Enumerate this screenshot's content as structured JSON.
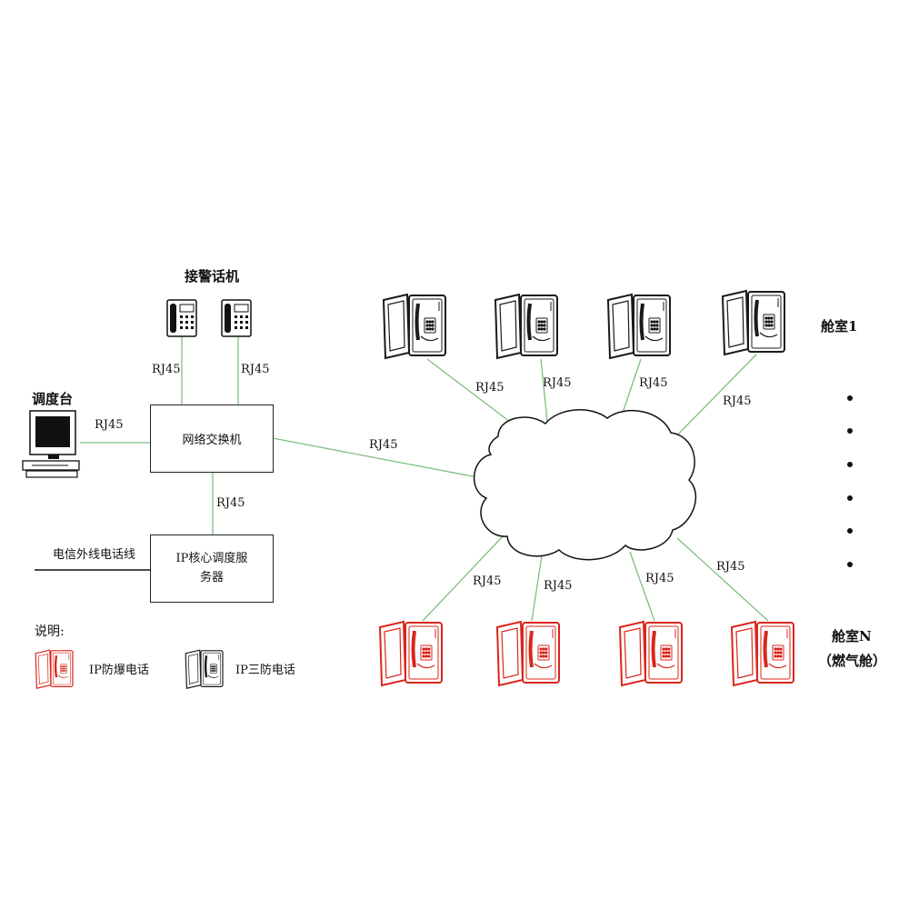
{
  "labels": {
    "receiving_phones": "接警话机",
    "dispatch_console": "调度台",
    "network_switch": "网络交换机",
    "ip_server_line1": "IP核心调度服",
    "ip_server_line2": "务器",
    "telecom_line": "电信外线电话线",
    "cabin_1": "舱室1",
    "cabin_n": "舱室N",
    "cabin_n_sub": "（燃气舱）",
    "rj45": "RJ45"
  },
  "legend": {
    "title": "说明:",
    "explosion_proof": "IP防爆电话",
    "three_proof": "IP三防电话"
  },
  "colors": {
    "link": "#7fbf7f",
    "three_proof_phone": "#1a1a1a",
    "explosion_proof_phone": "#d9261c",
    "outline": "#222222"
  }
}
